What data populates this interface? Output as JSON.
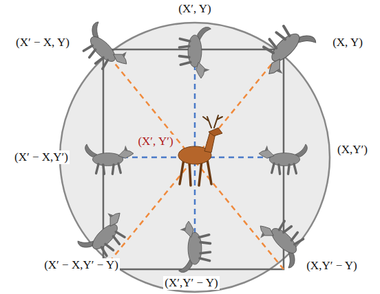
{
  "diagram": {
    "labels": [
      "(X′, Y)",
      "(X′ − X, Y)",
      "(X, Y)",
      "(X′, Y′)",
      "(X′ − X,Y′)",
      "(X,Y′)",
      "(X′ − X,Y′ − Y)",
      "(X′,Y′ − Y)",
      "(X,Y′ − Y)"
    ]
  }
}
